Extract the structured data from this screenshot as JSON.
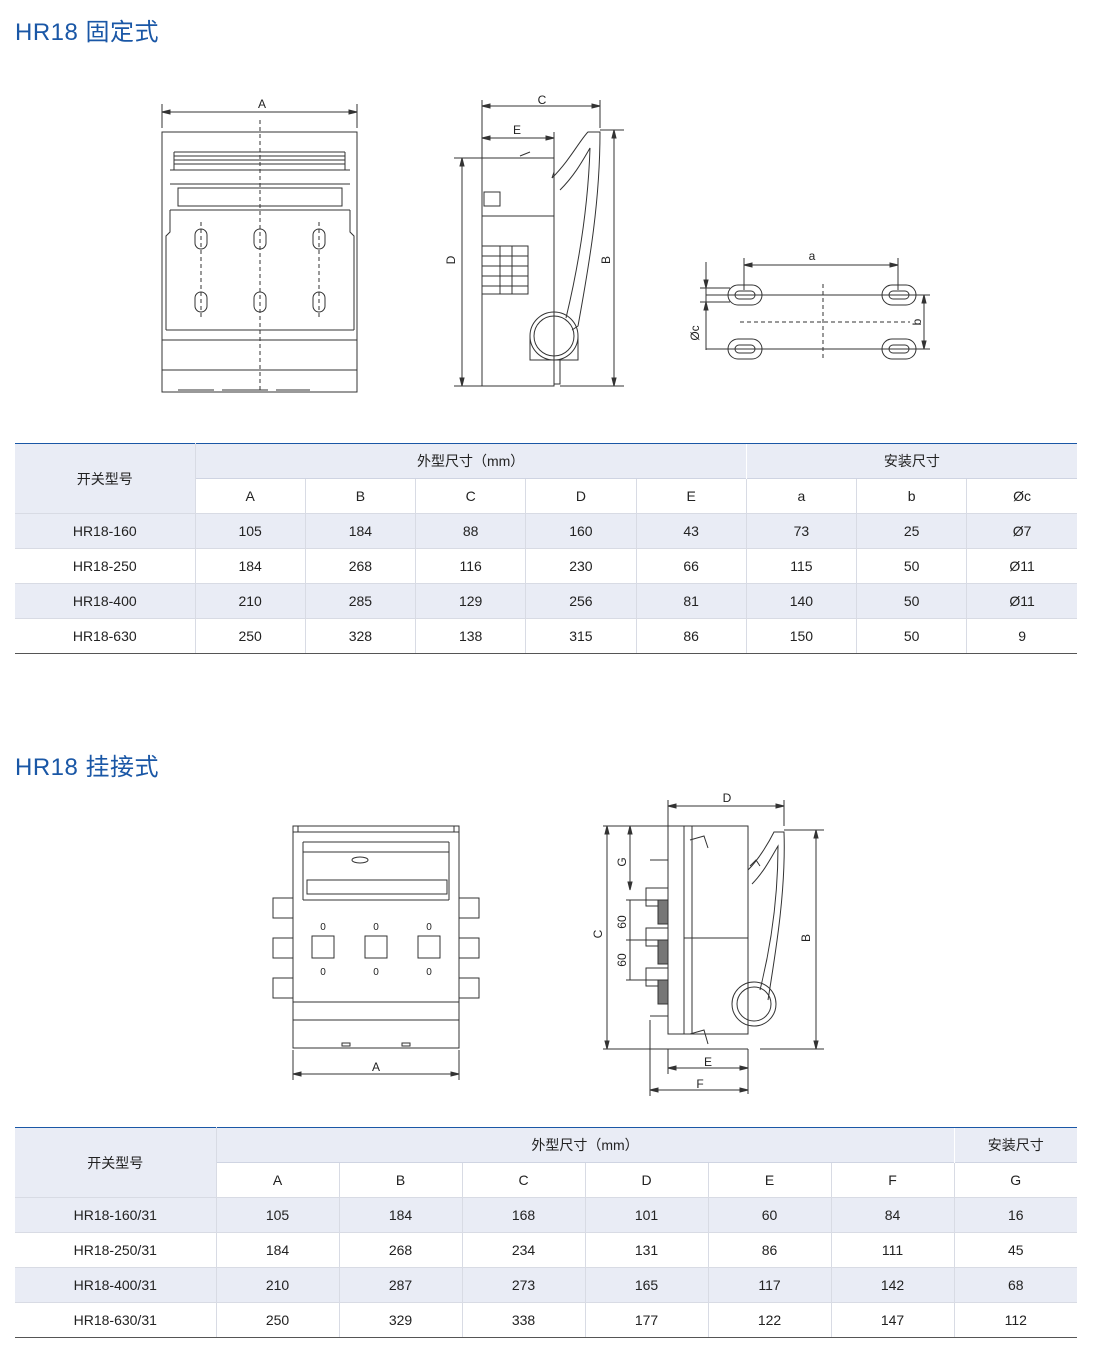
{
  "section1": {
    "title": "HR18 固定式",
    "dim_labels": {
      "A": "A",
      "B": "B",
      "C": "C",
      "D": "D",
      "E": "E",
      "a": "a",
      "b": "b",
      "phic": "Øc"
    },
    "table": {
      "model_header": "开关型号",
      "group_outer": "外型尺寸（mm）",
      "group_mount": "安装尺寸",
      "columns": [
        "A",
        "B",
        "C",
        "D",
        "E",
        "a",
        "b",
        "Øc"
      ],
      "rows": [
        [
          "HR18-160",
          "105",
          "184",
          "88",
          "160",
          "43",
          "73",
          "25",
          "Ø7"
        ],
        [
          "HR18-250",
          "184",
          "268",
          "116",
          "230",
          "66",
          "115",
          "50",
          "Ø11"
        ],
        [
          "HR18-400",
          "210",
          "285",
          "129",
          "256",
          "81",
          "140",
          "50",
          "Ø11"
        ],
        [
          "HR18-630",
          "250",
          "328",
          "138",
          "315",
          "86",
          "150",
          "50",
          "9"
        ]
      ]
    }
  },
  "section2": {
    "title": "HR18 挂接式",
    "dim_labels": {
      "A": "A",
      "B": "B",
      "C": "C",
      "D": "D",
      "E": "E",
      "F": "F",
      "G": "G",
      "p60a": "60",
      "p60b": "60",
      "hole": "0"
    },
    "table": {
      "model_header": "开关型号",
      "group_outer": "外型尺寸（mm）",
      "group_mount": "安装尺寸",
      "columns": [
        "A",
        "B",
        "C",
        "D",
        "E",
        "F",
        "G"
      ],
      "rows": [
        [
          "HR18-160/31",
          "105",
          "184",
          "168",
          "101",
          "60",
          "84",
          "16"
        ],
        [
          "HR18-250/31",
          "184",
          "268",
          "234",
          "131",
          "86",
          "111",
          "45"
        ],
        [
          "HR18-400/31",
          "210",
          "287",
          "273",
          "165",
          "117",
          "142",
          "68"
        ],
        [
          "HR18-630/31",
          "250",
          "329",
          "338",
          "177",
          "122",
          "147",
          "112"
        ]
      ]
    }
  }
}
